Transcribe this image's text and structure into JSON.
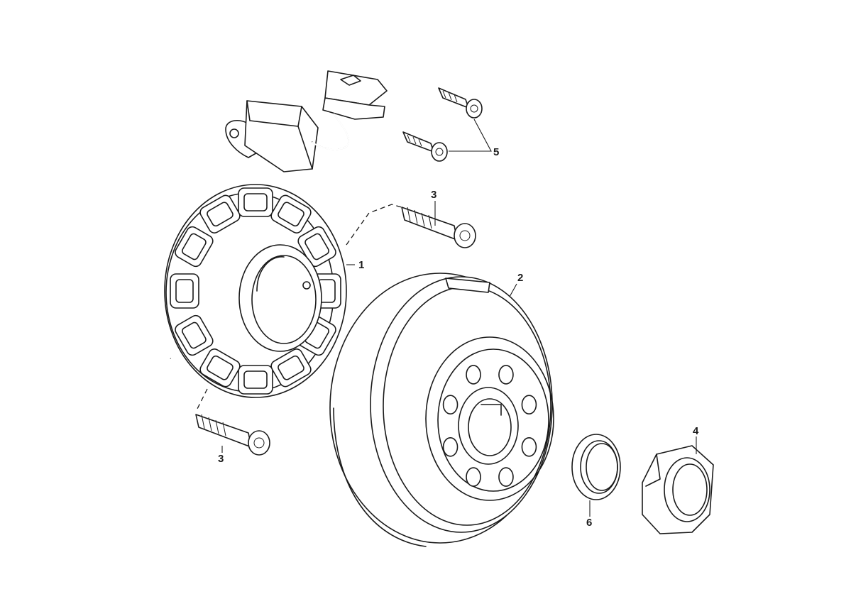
{
  "callouts": [
    {
      "id": "1",
      "text": "1"
    },
    {
      "id": "2",
      "text": "2"
    },
    {
      "id": "3a",
      "text": "3"
    },
    {
      "id": "3b",
      "text": "3"
    },
    {
      "id": "4",
      "text": "4"
    },
    {
      "id": "5",
      "text": "5"
    },
    {
      "id": "6",
      "text": "6"
    }
  ]
}
